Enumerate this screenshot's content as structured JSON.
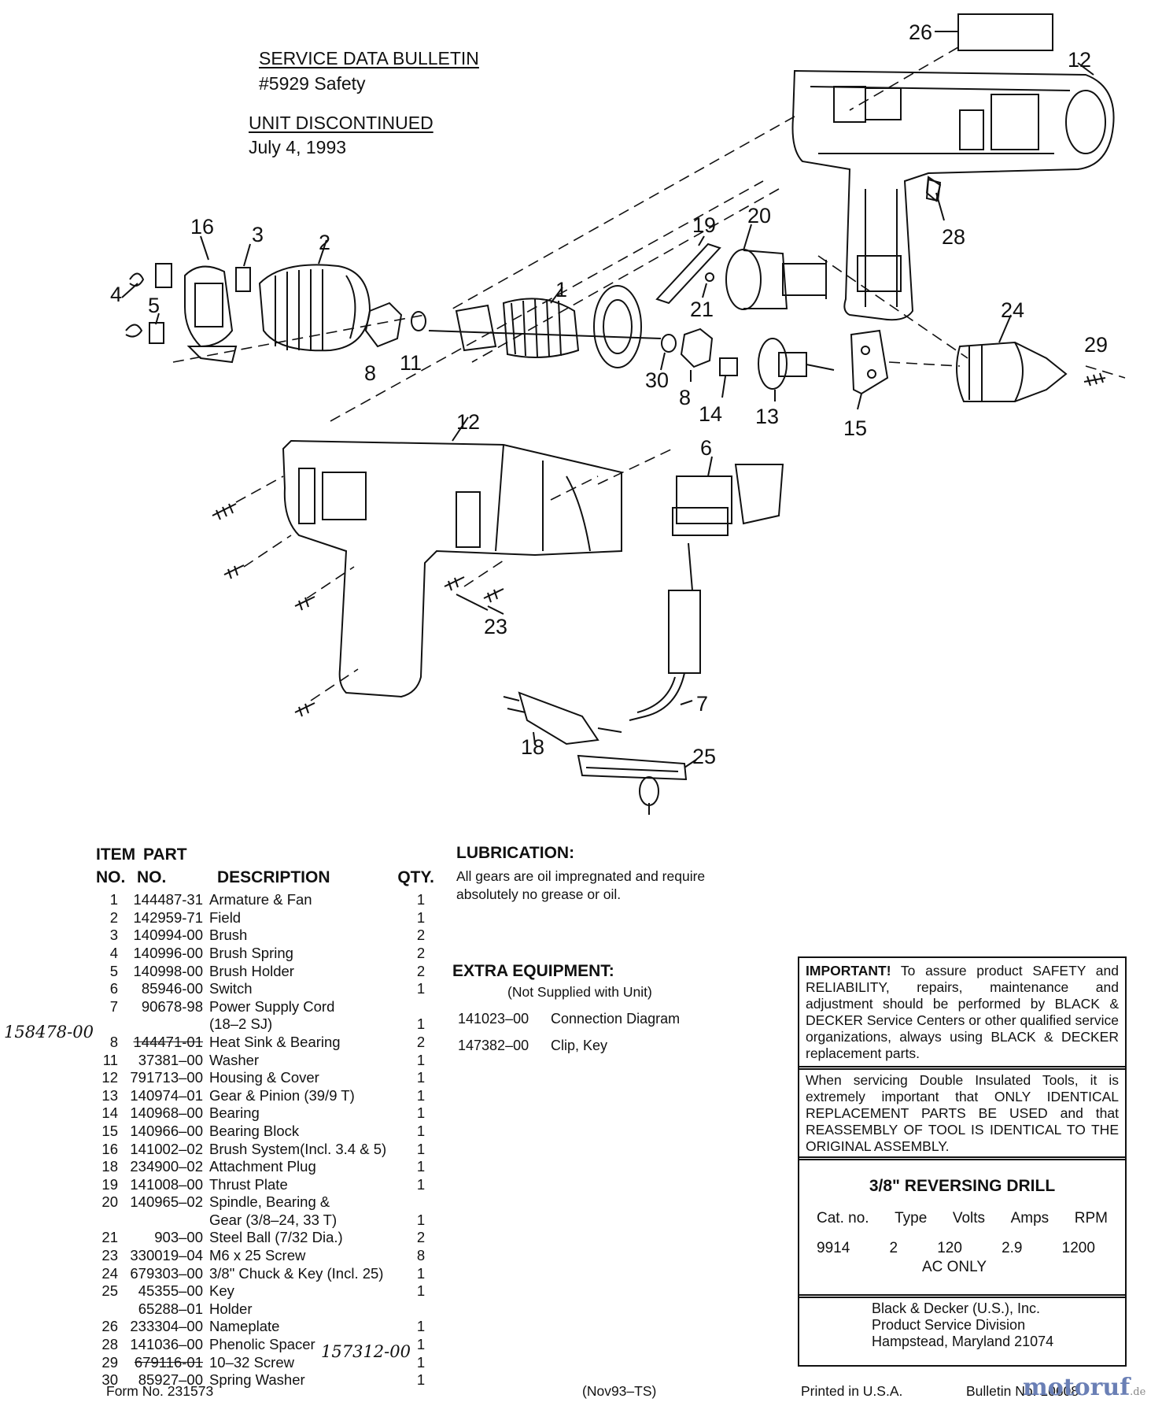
{
  "header": {
    "title": "SERVICE DATA BULLETIN",
    "bulletin": "#5929  Safety",
    "status": "UNIT DISCONTINUED",
    "date": "July 4, 1993"
  },
  "callouts": [
    "26",
    "12",
    "16",
    "3",
    "2",
    "4",
    "5",
    "1",
    "19",
    "20",
    "28",
    "21",
    "24",
    "29",
    "8",
    "11",
    "30",
    "8",
    "14",
    "13",
    "15",
    "12",
    "6",
    "23",
    "7",
    "18",
    "25"
  ],
  "parts_table": {
    "header_line1": [
      "ITEM",
      "PART"
    ],
    "header_line2": [
      "NO.",
      "NO.",
      "DESCRIPTION",
      "QTY."
    ],
    "rows": [
      {
        "no": "1",
        "part": "144487-31",
        "desc": "Armature & Fan",
        "qty": "1"
      },
      {
        "no": "2",
        "part": "142959-71",
        "desc": "Field",
        "qty": "1"
      },
      {
        "no": "3",
        "part": "140994-00",
        "desc": "Brush",
        "qty": "2"
      },
      {
        "no": "4",
        "part": "140996-00",
        "desc": "Brush  Spring",
        "qty": "2"
      },
      {
        "no": "5",
        "part": "140998-00",
        "desc": "Brush  Holder",
        "qty": "2"
      },
      {
        "no": "6",
        "part": "85946-00",
        "desc": "Switch",
        "qty": "1"
      },
      {
        "no": "7",
        "part": "90678-98",
        "desc": "Power  Supply  Cord",
        "qty": ""
      },
      {
        "no": "",
        "part": "",
        "desc": "(18–2 SJ)",
        "qty": "1"
      },
      {
        "no": "8",
        "part": "144471-01",
        "desc": "Heat Sink & Bearing",
        "qty": "2"
      },
      {
        "no": "11",
        "part": "37381–00",
        "desc": "Washer",
        "qty": "1"
      },
      {
        "no": "12",
        "part": "791713–00",
        "desc": "Housing & Cover",
        "qty": "1"
      },
      {
        "no": "13",
        "part": "140974–01",
        "desc": "Gear & Pinion (39/9 T)",
        "qty": "1"
      },
      {
        "no": "14",
        "part": "140968–00",
        "desc": "Bearing",
        "qty": "1"
      },
      {
        "no": "15",
        "part": "140966–00",
        "desc": "Bearing Block",
        "qty": "1"
      },
      {
        "no": "16",
        "part": "141002–02",
        "desc": "Brush System(Incl. 3.4 & 5)",
        "qty": "1"
      },
      {
        "no": "18",
        "part": "234900–02",
        "desc": "Attachment Plug",
        "qty": "1"
      },
      {
        "no": "19",
        "part": "141008–00",
        "desc": "Thrust  Plate",
        "qty": "1"
      },
      {
        "no": "20",
        "part": "140965–02",
        "desc": "Spindle, Bearing &",
        "qty": ""
      },
      {
        "no": "",
        "part": "",
        "desc": "Gear (3/8–24, 33 T)",
        "qty": "1"
      },
      {
        "no": "21",
        "part": "903–00",
        "desc": "Steel Ball (7/32 Dia.)",
        "qty": "2"
      },
      {
        "no": "23",
        "part": "330019–04",
        "desc": "M6 x 25 Screw",
        "qty": "8"
      },
      {
        "no": "24",
        "part": "679303–00",
        "desc": "3/8\" Chuck & Key (Incl. 25)",
        "qty": "1"
      },
      {
        "no": "25",
        "part": "45355–00",
        "desc": "Key",
        "qty": "1"
      },
      {
        "no": "",
        "part": "65288–01",
        "desc": "Holder",
        "qty": ""
      },
      {
        "no": "26",
        "part": "233304–00",
        "desc": "Nameplate",
        "qty": "1"
      },
      {
        "no": "28",
        "part": "141036–00",
        "desc": "Phenolic Spacer",
        "qty": "1"
      },
      {
        "no": "29",
        "part": "679116-01",
        "desc": "10–32 Screw",
        "qty": "1"
      },
      {
        "no": "30",
        "part": "85927–00",
        "desc": "Spring Washer",
        "qty": "1"
      }
    ],
    "handwritten_left": "158478-00",
    "handwritten_right": "157312-00"
  },
  "lubrication": {
    "heading": "LUBRICATION:",
    "text": "All gears are oil impregnated and require absolutely no grease or oil."
  },
  "extra_equipment": {
    "heading": "EXTRA EQUIPMENT:",
    "note": "(Not Supplied with Unit)",
    "items": [
      {
        "part": "141023–00",
        "desc": "Connection Diagram"
      },
      {
        "part": "147382–00",
        "desc": "Clip, Key"
      }
    ]
  },
  "info_box": {
    "important_lead": "IMPORTANT!",
    "important_text": " To assure product  SAFETY and RELIABILITY, repairs, maintenance and adjustment  should  be  performed  by  BLACK  &  DECKER  Service  Centers  or  other  qualified service organizations, always using BLACK & DECKER replacement parts.",
    "double_insulated": "When servicing Double Insulated Tools, it is extremely important that ONLY IDENTICAL REPLACEMENT PARTS BE USED and that REASSEMBLY OF TOOL IS IDENTICAL TO THE ORIGINAL ASSEMBLY.",
    "product_name": "3/8\" REVERSING DRILL",
    "spec_headers": [
      "Cat. no.",
      "Type",
      "Volts",
      "Amps",
      "RPM"
    ],
    "spec_values": [
      "9914",
      "2",
      "120",
      "2.9",
      "1200"
    ],
    "ac_only": "AC ONLY",
    "company_lines": [
      "Black & Decker (U.S.), Inc.",
      "Product Service Division",
      "Hampstead, Maryland 21074"
    ]
  },
  "footer": {
    "form_no": "Form No. 231573",
    "code": "(Nov93–TS)",
    "printed": "Printed in U.S.A.",
    "bulletin": "Bulletin No. 10608"
  },
  "watermark": {
    "text": "motoruf",
    "suffix": ".de"
  }
}
